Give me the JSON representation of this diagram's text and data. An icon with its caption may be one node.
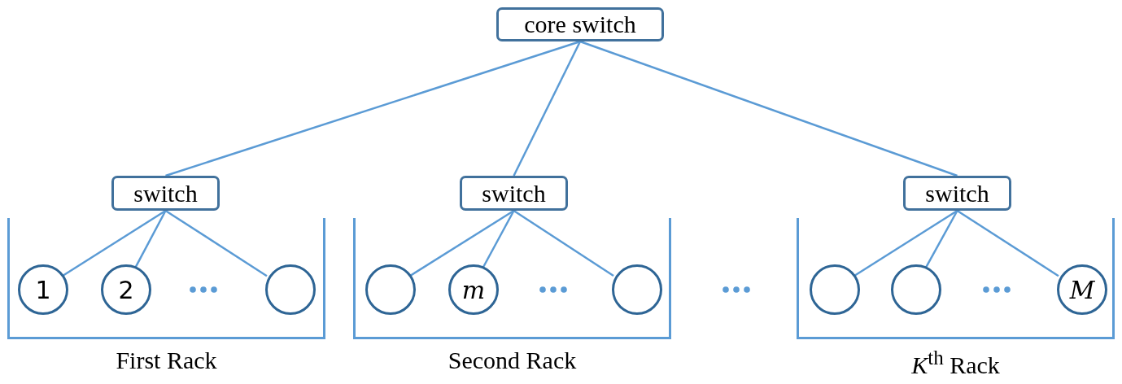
{
  "diagram": {
    "nodes": [
      {
        "text": [
          "core switch"
        ]
      },
      {
        "text": [
          "switch"
        ]
      },
      {
        "text": [
          "switch"
        ]
      },
      {
        "text": [
          "switch"
        ]
      },
      {
        "text": [
          "First Rack"
        ]
      },
      {
        "text": [
          "Second Rack"
        ]
      },
      {
        "text": [
          "*K*$^{th}$ Rack"
        ]
      },
      {
        "text": [
          "1"
        ],
        "in": 4
      },
      {
        "text": [
          "2"
        ],
        "in": 4
      },
      {
        "text": [],
        "shape": "circle",
        "in": 4
      },
      {
        "text": [],
        "shape": "circle",
        "in": 5
      },
      {
        "text": [
          "m"
        ],
        "in": 5
      },
      {
        "text": [],
        "shape": "circle",
        "in": 5
      },
      {
        "text": [],
        "shape": "circle",
        "in": 6
      },
      {
        "text": [],
        "shape": "circle",
        "in": 6
      },
      {
        "text": [
          "M"
        ],
        "in": 6
      }
    ],
    "edges": [
      {
        "from": 0,
        "to": 1,
        "arrow": "none"
      },
      {
        "from": 0,
        "to": 2,
        "arrow": "none"
      },
      {
        "from": 0,
        "to": 3,
        "arrow": "none"
      },
      {
        "from": 1,
        "to": 7,
        "arrow": "none"
      },
      {
        "from": 1,
        "to": 8,
        "arrow": "none"
      },
      {
        "from": 1,
        "to": 9,
        "arrow": "none"
      },
      {
        "from": 2,
        "to": 10,
        "arrow": "none"
      },
      {
        "from": 2,
        "to": 11,
        "arrow": "none"
      },
      {
        "from": 2,
        "to": 12,
        "arrow": "none"
      },
      {
        "from": 3,
        "to": 13,
        "arrow": "none"
      },
      {
        "from": 3,
        "to": 14,
        "arrow": "none"
      },
      {
        "from": 3,
        "to": 15,
        "arrow": "none"
      }
    ]
  }
}
